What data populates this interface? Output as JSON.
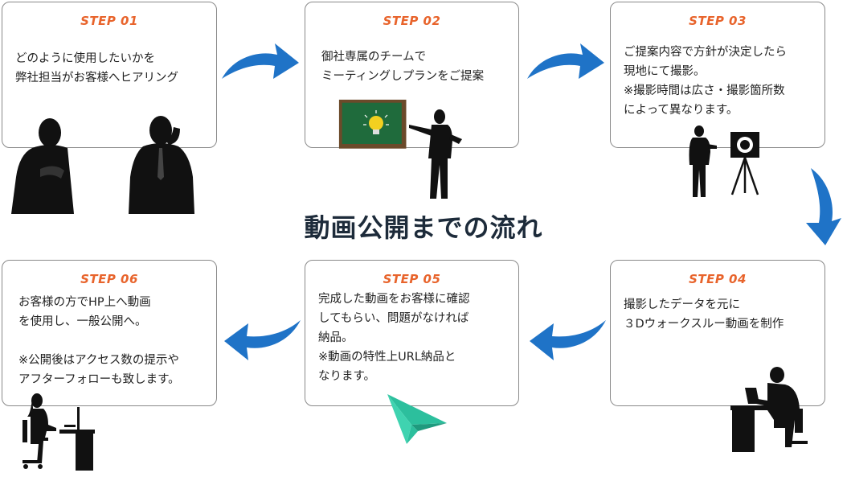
{
  "title": "動画公開までの流れ",
  "colors": {
    "step_label": "#e8642c",
    "arrow": "#1f73c7",
    "plane": "#2cbf9d",
    "board": "#1f6b3c",
    "title": "#1d2b3a"
  },
  "steps": [
    {
      "label": "STEP 01",
      "text": "どのように使用したいかを\n弊社担当がお客様へヒアリング"
    },
    {
      "label": "STEP 02",
      "text": "御社専属のチームで\nミーティングしプランをご提案"
    },
    {
      "label": "STEP 03",
      "text": "ご提案内容で方針が決定したら\n現地にて撮影。\n※撮影時間は広さ・撮影箇所数\nによって異なります。"
    },
    {
      "label": "STEP 04",
      "text": "撮影したデータを元に\n３Dウォークスルー動画を制作"
    },
    {
      "label": "STEP 05",
      "text": "完成した動画をお客様に確認\nしてもらい、問題がなければ\n納品。\n※動画の特性上URL納品と\nなります。"
    },
    {
      "label": "STEP 06",
      "text": "お客様の方でHP上へ動画\nを使用し、一般公開へ。\n\n※公開後はアクセス数の提示や\nアフターフォローも致します。"
    }
  ]
}
